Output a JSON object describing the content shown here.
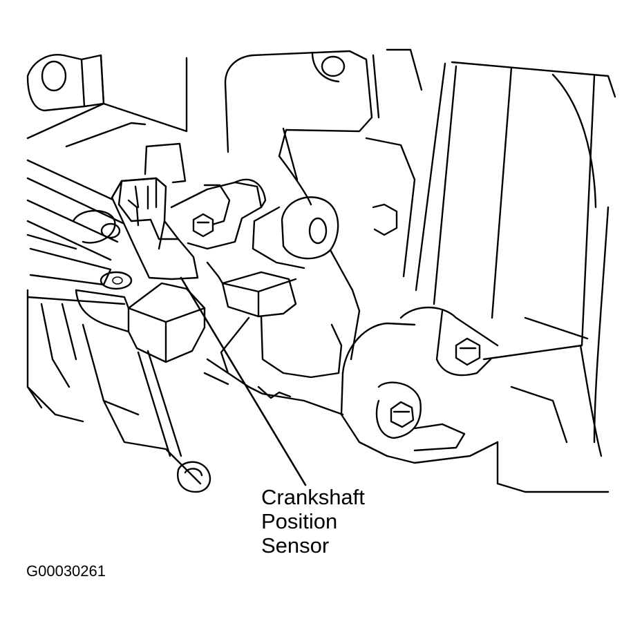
{
  "callout": {
    "line1": "Crankshaft",
    "line2": "Position",
    "line3": "Sensor"
  },
  "figure_id": "G00030261"
}
